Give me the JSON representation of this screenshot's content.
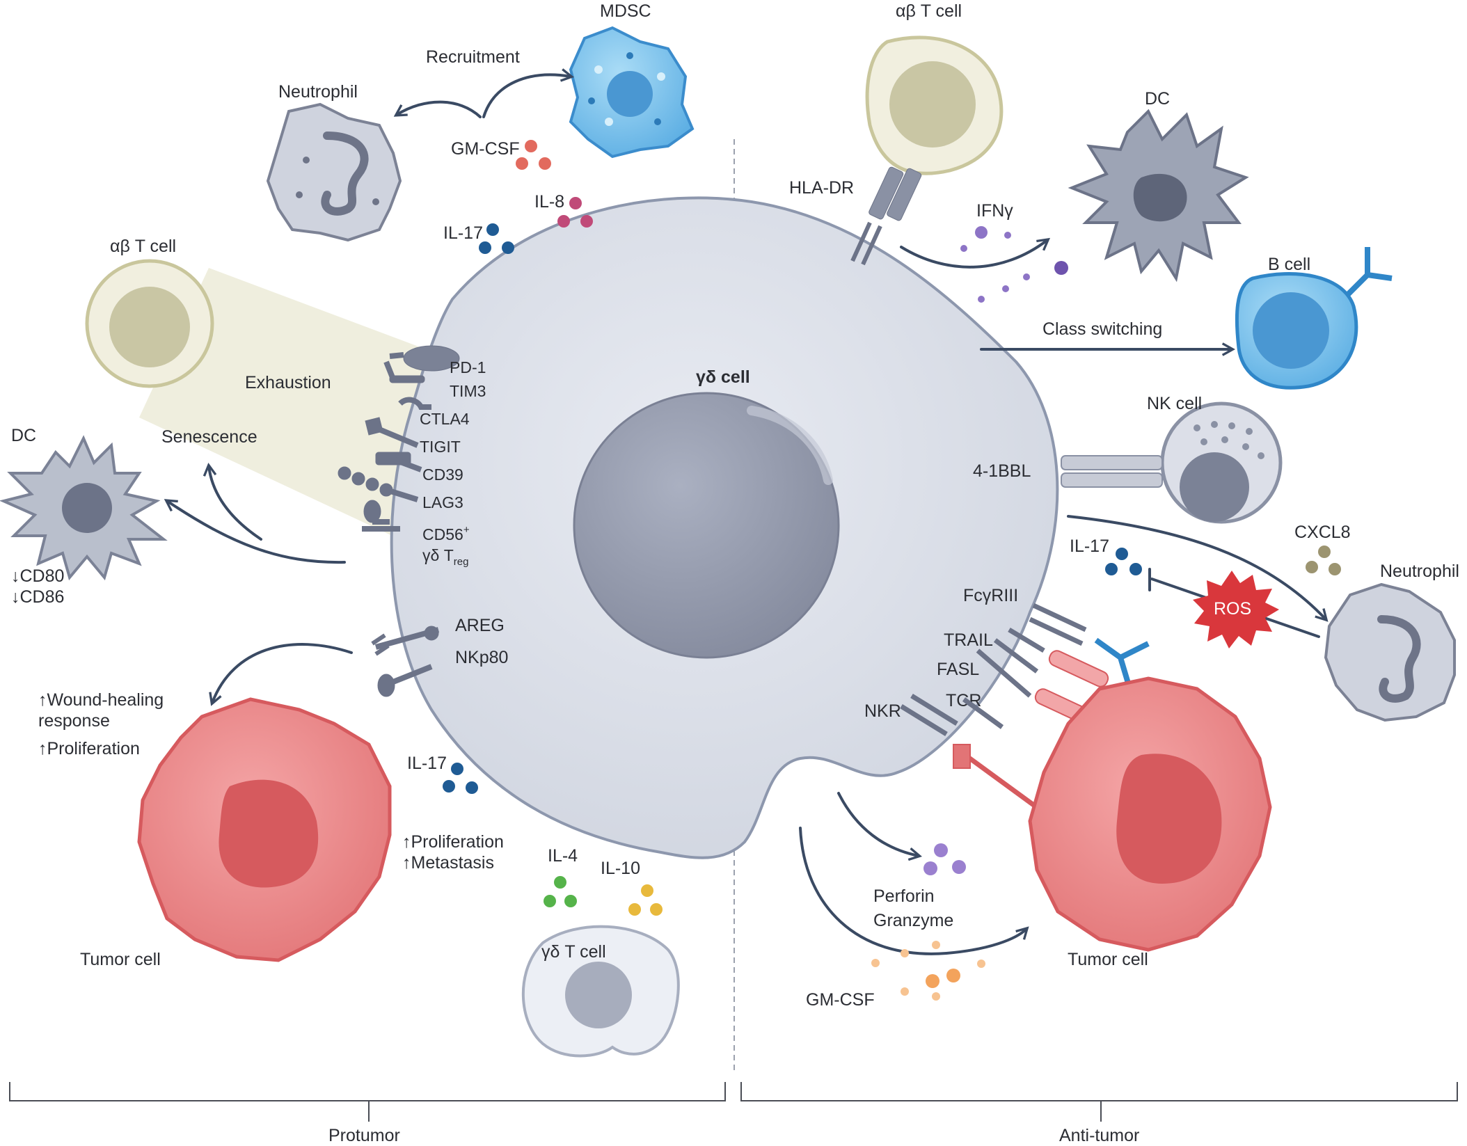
{
  "labels": {
    "center": "γδ cell",
    "mdsc": "MDSC",
    "recruitment": "Recruitment",
    "neutrophil_left": "Neutrophil",
    "gmcsf_top": "GM-CSF",
    "il8": "IL-8",
    "il17_top": "IL-17",
    "ab_t_left": "αβ T cell",
    "exhaustion": "Exhaustion",
    "senescence": "Senescence",
    "dc_left": "DC",
    "cd80": "↓CD80",
    "cd86": "↓CD86",
    "pd1": "PD-1",
    "tim3": "TIM3",
    "ctla4": "CTLA4",
    "tigit": "TIGIT",
    "cd39": "CD39",
    "lag3": "LAG3",
    "cd56": "CD56",
    "cd56_sup": "+",
    "treg": "γδ T",
    "treg_sub": "reg",
    "areg": "AREG",
    "nkp80": "NKp80",
    "wound1": "↑Wound-healing",
    "wound2": "response",
    "prolif_left": "↑Proliferation",
    "il17_bottom": "IL-17",
    "prolif_mid": "↑Proliferation",
    "metastasis": "↑Metastasis",
    "tumor_left": "Tumor cell",
    "il4": "IL-4",
    "il10": "IL-10",
    "gd_t_cell": "γδ T cell",
    "ab_t_right": "αβ T cell",
    "dc_right": "DC",
    "hladr": "HLA-DR",
    "ifng": "IFNγ",
    "b_cell": "B cell",
    "class_switching": "Class switching",
    "nk_cell": "NK cell",
    "bbl": "4-1BBL",
    "cxcl8": "CXCL8",
    "il17_right": "IL-17",
    "neutrophil_right": "Neutrophil",
    "ros": "ROS",
    "fcgr": "FcγRIII",
    "trail": "TRAIL",
    "fasl": "FASL",
    "nkr": "NKR",
    "tcr": "TCR",
    "perforin": "Perforin",
    "granzyme": "Granzyme",
    "tumor_right": "Tumor cell",
    "gmcsf_bottom": "GM-CSF",
    "protumor": "Protumor",
    "antitumor": "Anti-tumor"
  },
  "colors": {
    "arrow": "#3a4a63",
    "cell_body": "#dfe3ec",
    "nucleus": "#9aa0b2",
    "tumor": "#ee8a8c",
    "il17": "#1f5b94",
    "il8": "#c04a78",
    "gmcsf": "#e26a5e",
    "ifng": "#8d74c6",
    "il4": "#55b34a",
    "il10": "#e8b93c",
    "cxcl8": "#9c9470",
    "ros": "#d9373c"
  }
}
